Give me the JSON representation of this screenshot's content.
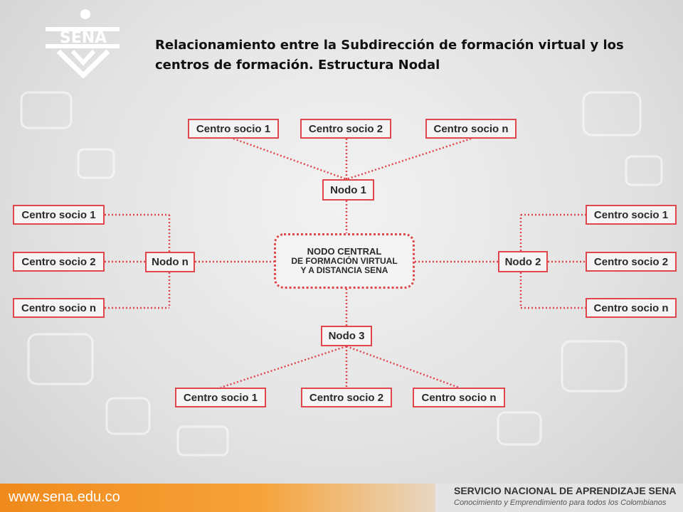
{
  "title": "Relacionamiento entre la Subdirección de formación virtual y los centros de formación. Estructura Nodal",
  "logo": {
    "text": "SENA"
  },
  "central": {
    "line1": "NODO CENTRAL",
    "line2": "DE FORMACIÓN VIRTUAL",
    "line3": "Y A DISTANCIA SENA"
  },
  "nodes": {
    "nodo1": {
      "label": "Nodo 1",
      "socios": [
        "Centro socio 1",
        "Centro socio 2",
        "Centro socio n"
      ]
    },
    "nodo2": {
      "label": "Nodo 2",
      "socios": [
        "Centro socio 1",
        "Centro socio 2",
        "Centro socio n"
      ]
    },
    "nodo3": {
      "label": "Nodo 3",
      "socios": [
        "Centro socio 1",
        "Centro socio 2",
        "Centro socio n"
      ]
    },
    "nodon": {
      "label": "Nodo n",
      "socios": [
        "Centro socio 1",
        "Centro socio 2",
        "Centro socio n"
      ]
    }
  },
  "colors": {
    "accent": "#e0474c",
    "footer": "#f08a1c"
  },
  "footer": {
    "url": "www.sena.edu.co",
    "org": "SERVICIO NACIONAL DE APRENDIZAJE SENA",
    "tagline": "Conocimiento y Emprendimiento para todos los Colombianos"
  }
}
